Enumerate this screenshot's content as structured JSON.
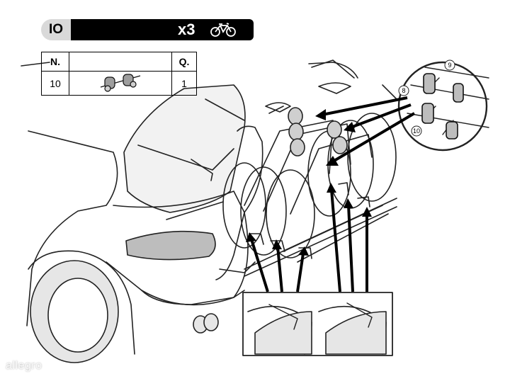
{
  "step": {
    "id": "IO",
    "count": "x3"
  },
  "parts_table": {
    "headers": [
      "N.",
      "",
      "Q."
    ],
    "rows": [
      {
        "number": "10",
        "quantity": "1"
      }
    ]
  },
  "callouts": [
    "8",
    "9",
    "10"
  ],
  "icons": [
    "bicycle-icon",
    "clamp-part-icon"
  ],
  "watermark": "allegro"
}
